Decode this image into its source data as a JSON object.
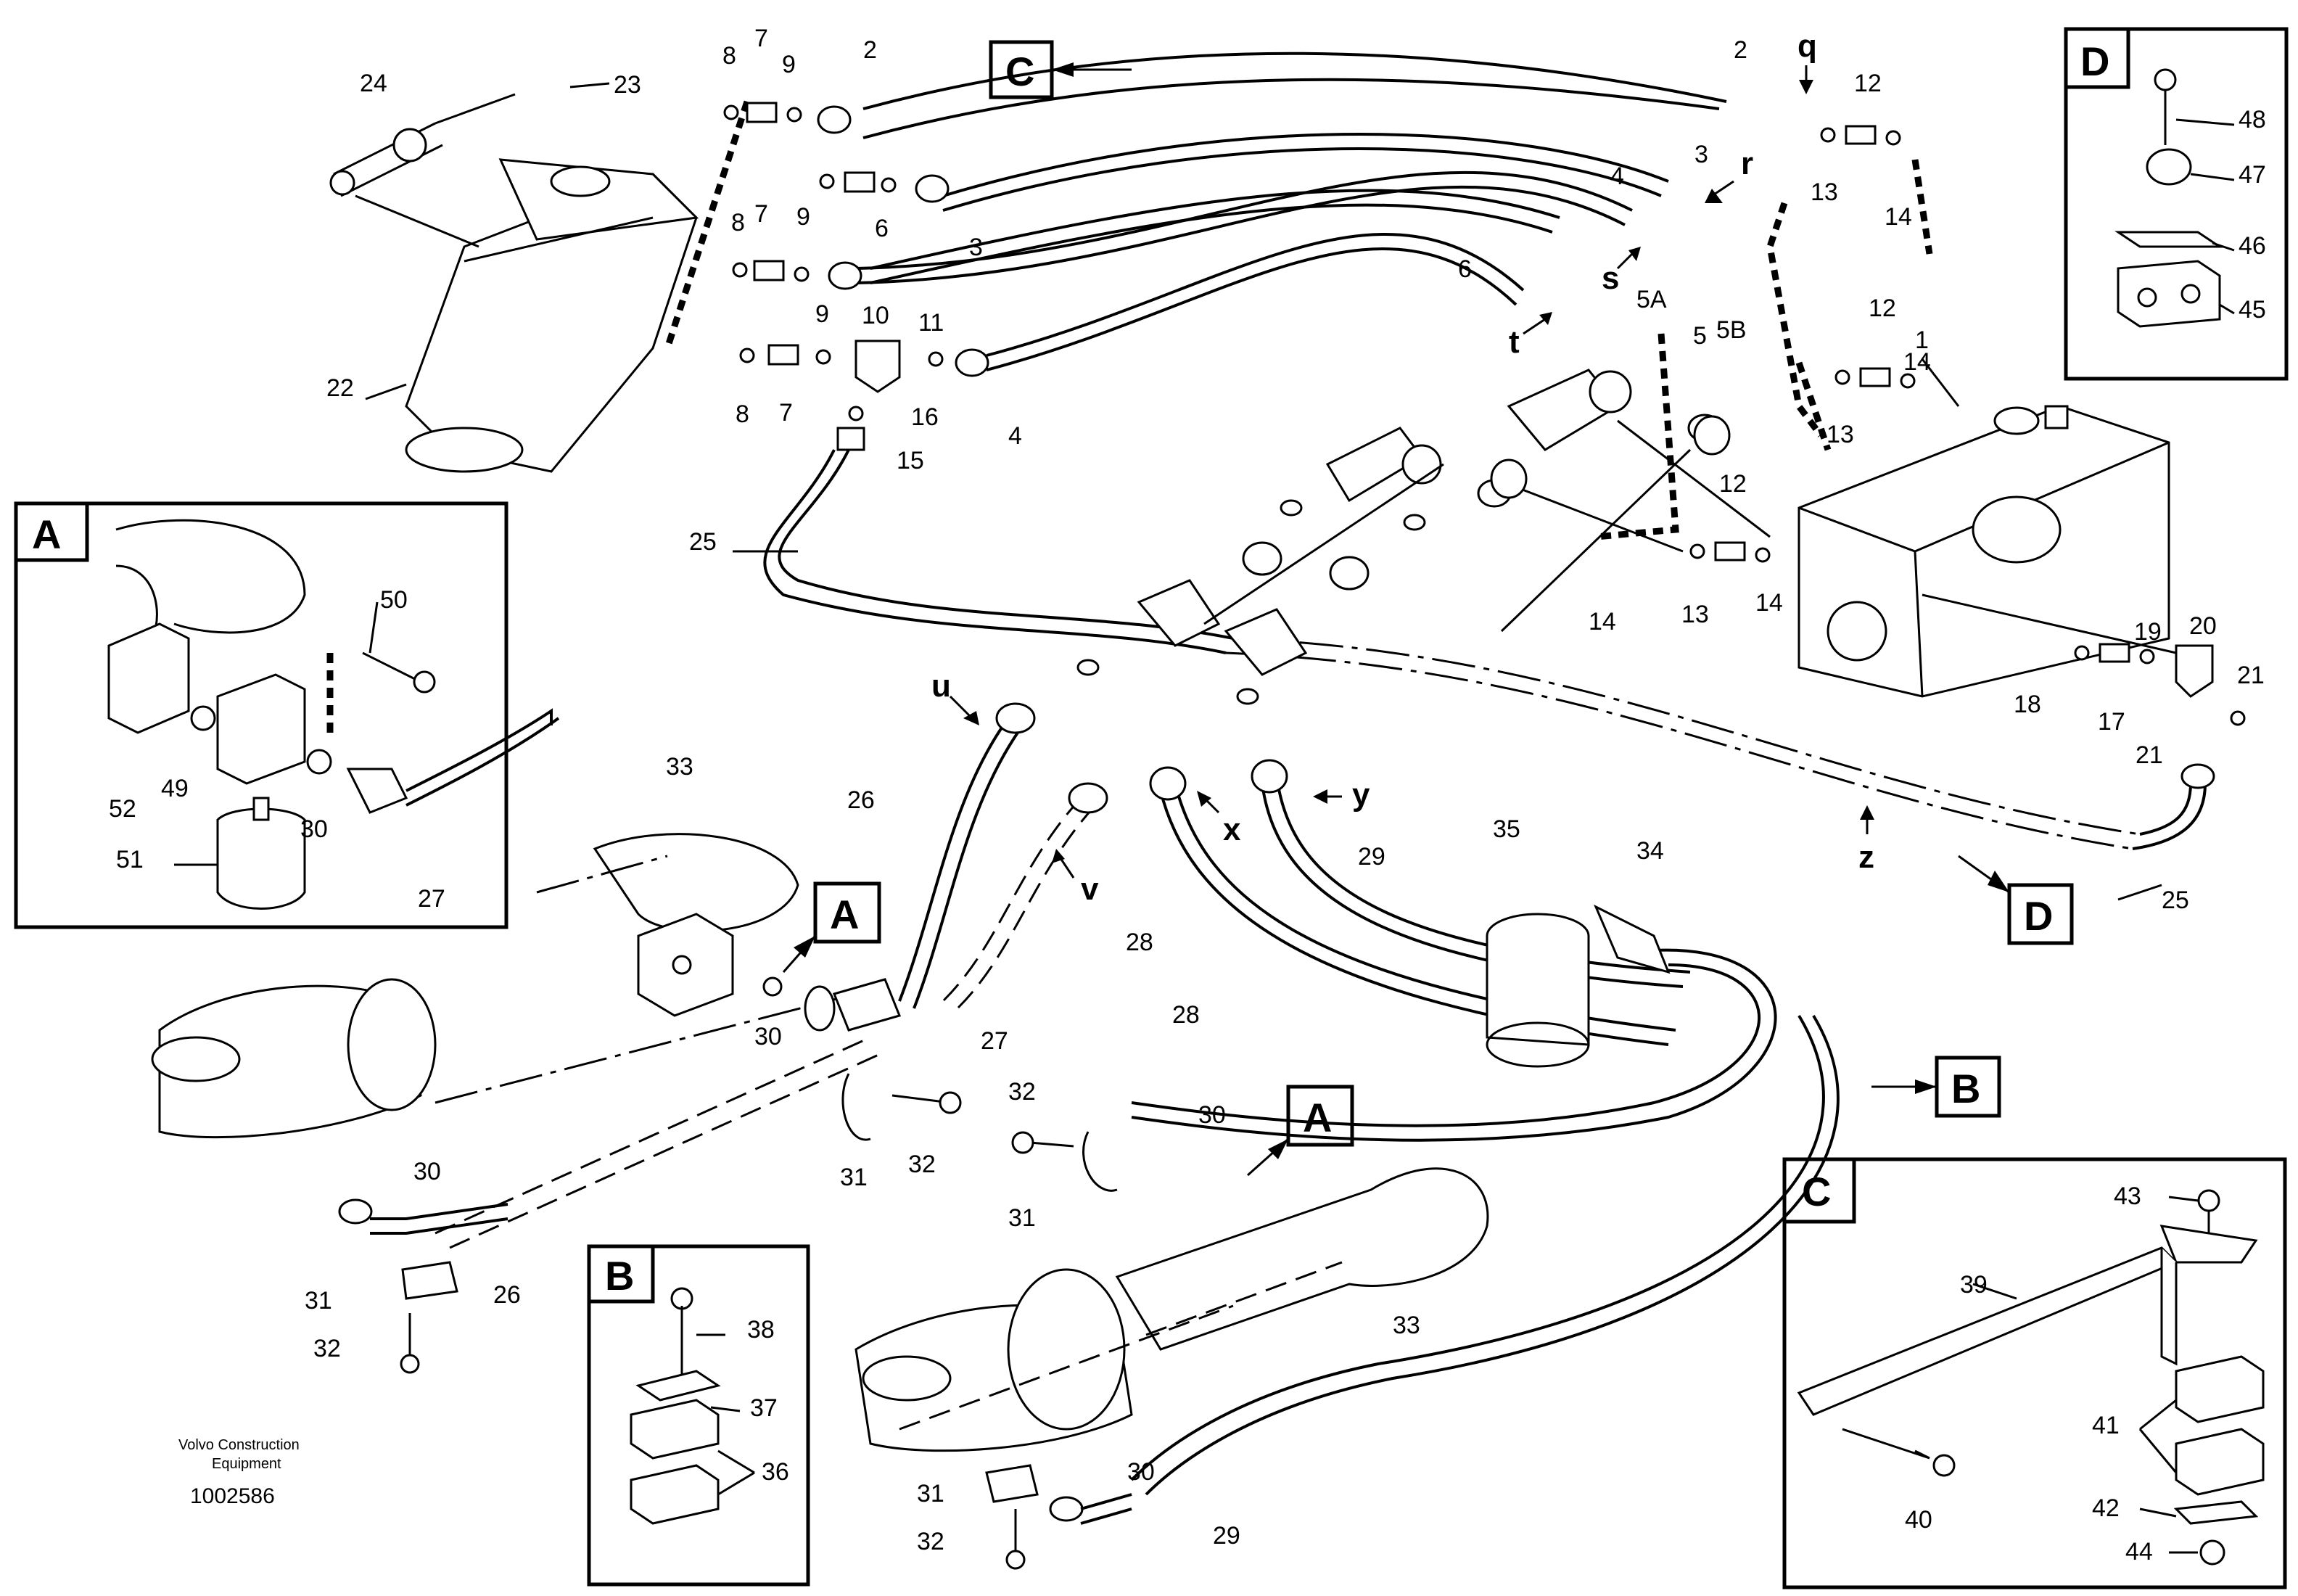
{
  "footer": {
    "company_line1": "Volvo Construction",
    "company_line2": "Equipment",
    "drawing_number": "1002586"
  },
  "box_letters": {
    "A": "A",
    "B": "B",
    "C": "C",
    "D": "D"
  },
  "arrow_letters": {
    "q": "q",
    "r": "r",
    "s": "s",
    "t": "t",
    "u": "u",
    "v": "v",
    "x": "x",
    "y": "y",
    "z": "z"
  },
  "labels": {
    "l1": "1",
    "l2": "2",
    "l3": "3",
    "l4": "4",
    "l5": "5",
    "l5A": "5A",
    "l5B": "5B",
    "l6": "6",
    "l7": "7",
    "l8": "8",
    "l9": "9",
    "l10": "10",
    "l11": "11",
    "l12": "12",
    "l13": "13",
    "l14": "14",
    "l15": "15",
    "l16": "16",
    "l17": "17",
    "l18": "18",
    "l19": "19",
    "l20": "20",
    "l21": "21",
    "l22": "22",
    "l23": "23",
    "l24": "24",
    "l25": "25",
    "l26": "26",
    "l27": "27",
    "l28": "28",
    "l29": "29",
    "l30": "30",
    "l31": "31",
    "l32": "32",
    "l33": "33",
    "l34": "34",
    "l35": "35",
    "l36": "36",
    "l37": "37",
    "l38": "38",
    "l39": "39",
    "l40": "40",
    "l41": "41",
    "l42": "42",
    "l43": "43",
    "l44": "44",
    "l45": "45",
    "l46": "46",
    "l47": "47",
    "l48": "48",
    "l49": "49",
    "l50": "50",
    "l51": "51",
    "l52": "52"
  }
}
